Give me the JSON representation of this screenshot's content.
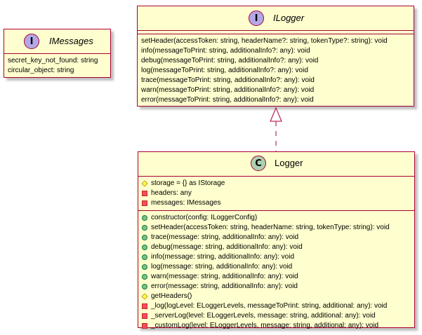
{
  "imessages": {
    "badge": "I",
    "name": "IMessages",
    "fields": [
      "secret_key_not_found: string",
      "circular_object: string"
    ]
  },
  "ilogger": {
    "badge": "I",
    "name": "ILogger",
    "methods": [
      "setHeader(accessToken: string, headerName?: string, tokenType?: string): void",
      "info(messageToPrint: string, additionalInfo?: any): void",
      "debug(messageToPrint: string, additionalInfo?: any): void",
      "log(messageToPrint: string, additionalInfo?: any): void",
      "trace(messageToPrint: string, additionalInfo?: any): void",
      "warn(messageToPrint: string, additionalInfo?: any): void",
      "error(messageToPrint: string, additionalInfo?: any): void"
    ]
  },
  "logger": {
    "badge": "C",
    "name": "Logger",
    "fields": [
      {
        "visibility": "protected",
        "text": "storage = {} as IStorage"
      },
      {
        "visibility": "private",
        "text": "headers: any"
      },
      {
        "visibility": "private",
        "text": "messages: IMessages"
      }
    ],
    "methods": [
      {
        "visibility": "public",
        "text": "constructor(config: ILoggerConfig)"
      },
      {
        "visibility": "public",
        "text": "setHeader(accessToken: string, headerName: string, tokenType: string): void"
      },
      {
        "visibility": "public",
        "text": "trace(message: string, additionalInfo: any): void"
      },
      {
        "visibility": "public",
        "text": "debug(message: string, additionalInfo: any): void"
      },
      {
        "visibility": "public",
        "text": "info(message: string, additionalInfo: any): void"
      },
      {
        "visibility": "public",
        "text": "log(message: string, additionalInfo: any): void"
      },
      {
        "visibility": "public",
        "text": "warn(message: string, additionalInfo: any): void"
      },
      {
        "visibility": "public",
        "text": "error(message: string, additionalInfo: any): void"
      },
      {
        "visibility": "protected",
        "text": "getHeaders()"
      },
      {
        "visibility": "private",
        "text": "_log(logLevel: ELoggerLevels, messageToPrint: string, additional: any): void"
      },
      {
        "visibility": "private",
        "text": "_serverLog(level: ELoggerLevels, message: string, additional: any): void"
      },
      {
        "visibility": "private",
        "text": "_customLog(level: ELoggerLevels, message: string, additional: any): void"
      }
    ]
  },
  "colors": {
    "class_fill": "#FEFECE",
    "border": "#A80036",
    "interface_badge": "#B4A7E5",
    "class_badge": "#ADD1B2"
  }
}
